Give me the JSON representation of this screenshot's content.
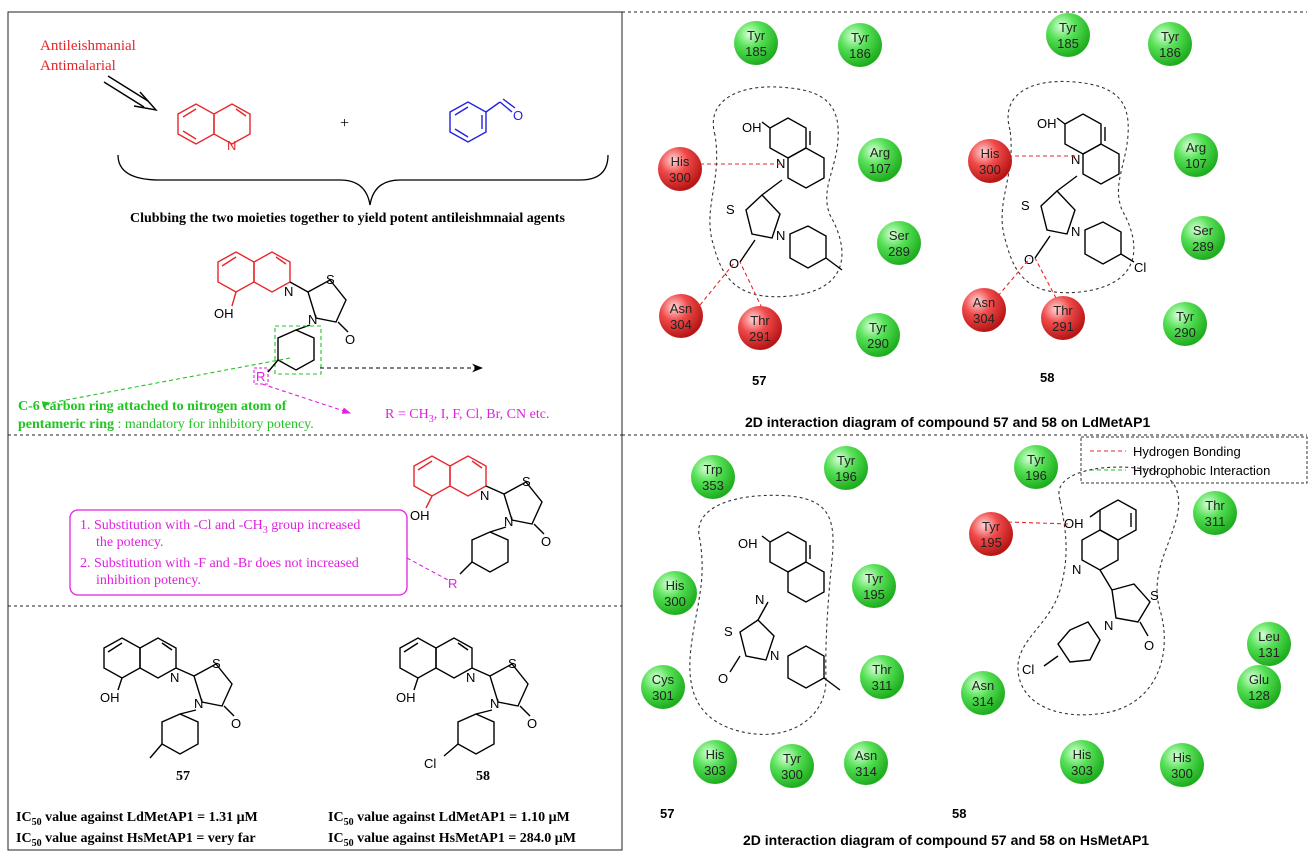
{
  "left_top": {
    "label_line1": "Antileishmanial",
    "label_line2": "Antimalarial",
    "plus": "+",
    "aldehyde_o": "O",
    "quinoline_n": "N",
    "clubbing_text": "Clubbing the two moieties together to yield potent antileishmnaial agents",
    "c6_line1": "C-6 carbon ring attached to nitrogen atom of",
    "c6_line2_bold": "pentameric ring",
    "c6_line2_rest": " : mandatory for inhibitory potency.",
    "r_label": "R",
    "r_substituents": "R = CH",
    "r_sub_3": "3",
    "r_substituents_rest": ", I, F, Cl, Br, CN etc.",
    "oh": "OH",
    "n": "N",
    "s": "S",
    "o": "O"
  },
  "left_mid": {
    "item1_line1": "1. Substitution with -Cl and -CH",
    "item1_sub": "3",
    "item1_rest": " group increased",
    "item1_line2": "the potency.",
    "item2_line1": "2. Substitution with -F and -Br does not increased",
    "item2_line2": "inhibition potency.",
    "r_label": "R"
  },
  "left_bottom": {
    "cmp57": "57",
    "cmp58": "58",
    "cl": "Cl",
    "ic57_ld_pre": "IC",
    "ic_sub": "50",
    "ic57_ld": " value against LdMetAP1 = 1.31 μM",
    "ic57_hs": " value against HsMetAP1 = very far",
    "ic58_ld": " value against LdMetAP1 = 1.10   μM",
    "ic58_hs": " value against HsMetAP1 = 284.0 μM"
  },
  "right_top": {
    "cmp57": "57",
    "cmp58": "58",
    "caption": "2D interaction diagram of compound 57 and 58 on LdMetAP1",
    "residues_57": [
      {
        "name": "Tyr",
        "num": "185",
        "color": "green"
      },
      {
        "name": "Tyr",
        "num": "186",
        "color": "green"
      },
      {
        "name": "His",
        "num": "300",
        "color": "red"
      },
      {
        "name": "Arg",
        "num": "107",
        "color": "green"
      },
      {
        "name": "Ser",
        "num": "289",
        "color": "green"
      },
      {
        "name": "Asn",
        "num": "304",
        "color": "red"
      },
      {
        "name": "Thr",
        "num": "291",
        "color": "red"
      },
      {
        "name": "Tyr",
        "num": "290",
        "color": "green"
      }
    ],
    "residues_58": [
      {
        "name": "Tyr",
        "num": "185",
        "color": "green"
      },
      {
        "name": "Tyr",
        "num": "186",
        "color": "green"
      },
      {
        "name": "His",
        "num": "300",
        "color": "red"
      },
      {
        "name": "Arg",
        "num": "107",
        "color": "green"
      },
      {
        "name": "Ser",
        "num": "289",
        "color": "green"
      },
      {
        "name": "Asn",
        "num": "304",
        "color": "red"
      },
      {
        "name": "Thr",
        "num": "291",
        "color": "red"
      },
      {
        "name": "Tyr",
        "num": "290",
        "color": "green"
      }
    ]
  },
  "right_bottom": {
    "cmp57": "57",
    "cmp58": "58",
    "caption": "2D interaction diagram of compound 57 and 58 on HsMetAP1",
    "legend_hb": "Hydrogen Bonding",
    "legend_hp": "Hydrophobic Interaction",
    "residues_57": [
      {
        "name": "Trp",
        "num": "353",
        "color": "green"
      },
      {
        "name": "Tyr",
        "num": "196",
        "color": "green"
      },
      {
        "name": "His",
        "num": "300",
        "color": "green"
      },
      {
        "name": "Tyr",
        "num": "195",
        "color": "green"
      },
      {
        "name": "Cys",
        "num": "301",
        "color": "green"
      },
      {
        "name": "Thr",
        "num": "311",
        "color": "green"
      },
      {
        "name": "His",
        "num": "303",
        "color": "green"
      },
      {
        "name": "Tyr",
        "num": "300",
        "color": "green"
      },
      {
        "name": "Asn",
        "num": "314",
        "color": "green"
      }
    ],
    "residues_58": [
      {
        "name": "Tyr",
        "num": "196",
        "color": "green"
      },
      {
        "name": "Tyr",
        "num": "195",
        "color": "red"
      },
      {
        "name": "Thr",
        "num": "311",
        "color": "green"
      },
      {
        "name": "Leu",
        "num": "131",
        "color": "green"
      },
      {
        "name": "Asn",
        "num": "314",
        "color": "green"
      },
      {
        "name": "Glu",
        "num": "128",
        "color": "green"
      },
      {
        "name": "His",
        "num": "303",
        "color": "green"
      },
      {
        "name": "His",
        "num": "300",
        "color": "green"
      }
    ]
  },
  "colors": {
    "red_text": "#e8262a",
    "blue_struct": "#1f1fe0",
    "green_text": "#22c422",
    "magenta": "#e020e0",
    "residue_green": "#3dd63d",
    "residue_red": "#e82222"
  }
}
